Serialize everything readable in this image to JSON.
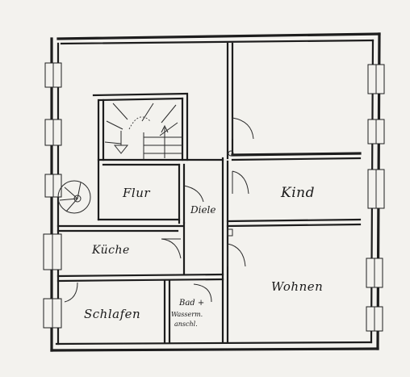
{
  "rooms": {
    "flur": "Flur",
    "diele": "Diele",
    "kind": "Kind",
    "kueche": "Küche",
    "wohnen": "Wohnen",
    "schlafen": "Schlafen",
    "bad_line1": "Bad +",
    "bad_line2": "Wasserm.",
    "bad_line3": "anschl."
  },
  "colors": {
    "paper": "#f3f2ee",
    "ink": "#1d1d1d"
  }
}
